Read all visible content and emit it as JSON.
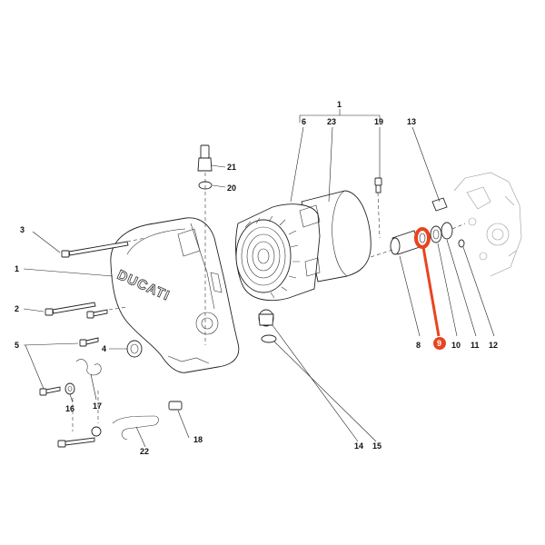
{
  "brand": "DUCATI",
  "highlight_color": "#e8441f",
  "callouts": {
    "c1": "1",
    "c2": "2",
    "c3": "3",
    "c4": "4",
    "c5": "5",
    "c6": "6",
    "c8": "8",
    "c9": "9",
    "c10": "10",
    "c11": "11",
    "c12": "12",
    "c13": "13",
    "c14": "14",
    "c15": "15",
    "c16": "16",
    "c17": "17",
    "c18": "18",
    "c19": "19",
    "c20": "20",
    "c21": "21",
    "c22": "22",
    "c23": "23"
  }
}
